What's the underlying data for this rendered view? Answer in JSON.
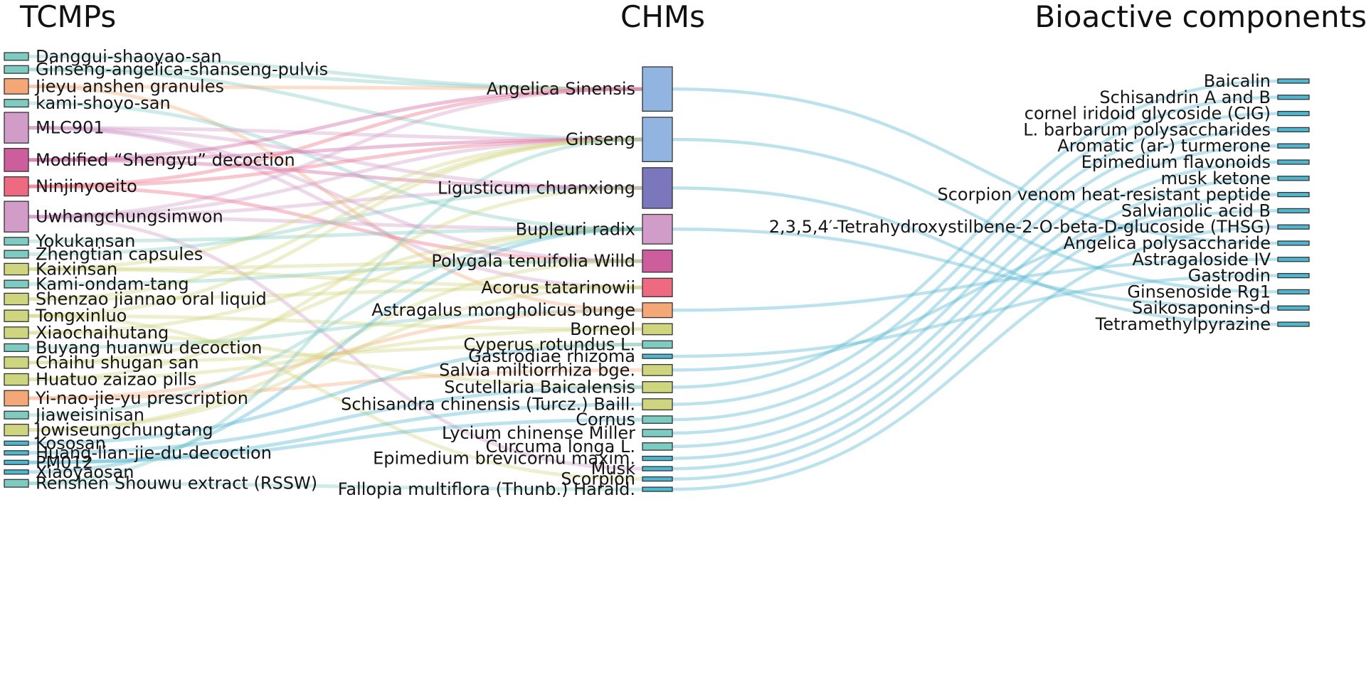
{
  "headers": {
    "left": "TCMPs",
    "middle": "CHMs",
    "right": "Bioactive components"
  },
  "palette": {
    "teal": "#7ECBC2",
    "blue_teal": "#4FB6D0",
    "olive": "#CFD57F",
    "orange": "#F5A877",
    "light_pink": "#D29CC8",
    "magenta": "#CC5E9E",
    "coral": "#EE6A80",
    "steel_blue": "#92B4E0",
    "purple": "#7A77BC"
  },
  "tcmps": [
    {
      "label": "Danggui-shaoyao-san",
      "color": "teal",
      "weight": 1
    },
    {
      "label": "Ginseng-angelica-shanseng-pulvis",
      "color": "teal",
      "weight": 1
    },
    {
      "label": "Jieyu anshen granules",
      "color": "orange",
      "weight": 2
    },
    {
      "label": "kami-shoyo-san",
      "color": "teal",
      "weight": 1
    },
    {
      "label": "MLC901",
      "color": "light_pink",
      "weight": 4
    },
    {
      "label": "Modified “Shengyu” decoction",
      "color": "magenta",
      "weight": 3
    },
    {
      "label": "Ninjinyoeito",
      "color": "coral",
      "weight": 2.5
    },
    {
      "label": "Uwhangchungsimwon",
      "color": "light_pink",
      "weight": 4
    },
    {
      "label": "Yokukansan",
      "color": "teal",
      "weight": 1
    },
    {
      "label": "Zhengtian capsules",
      "color": "teal",
      "weight": 1
    },
    {
      "label": "Kaixinsan",
      "color": "olive",
      "weight": 1.5
    },
    {
      "label": "Kami-ondam-tang",
      "color": "teal",
      "weight": 1
    },
    {
      "label": "Shenzao jiannao oral liquid",
      "color": "olive",
      "weight": 1.5
    },
    {
      "label": "Tongxinluo",
      "color": "olive",
      "weight": 1.5
    },
    {
      "label": "Xiaochaihutang",
      "color": "olive",
      "weight": 1.5
    },
    {
      "label": "Buyang huanwu decoction",
      "color": "teal",
      "weight": 1
    },
    {
      "label": "Chaihu shugan san",
      "color": "olive",
      "weight": 1.5
    },
    {
      "label": "Huatuo zaizao pills",
      "color": "olive",
      "weight": 1.5
    },
    {
      "label": "Yi-nao-jie-yu prescription",
      "color": "orange",
      "weight": 2
    },
    {
      "label": "Jiaweisinisan",
      "color": "teal",
      "weight": 1
    },
    {
      "label": "Jowiseungchungtang",
      "color": "olive",
      "weight": 1.5
    },
    {
      "label": "Kososan",
      "color": "blue_teal",
      "weight": 0.5
    },
    {
      "label": "Huang-lian-jie-du-decoction",
      "color": "blue_teal",
      "weight": 0.5
    },
    {
      "label": "PM012",
      "color": "blue_teal",
      "weight": 0.5
    },
    {
      "label": "Xiaoyaosan",
      "color": "blue_teal",
      "weight": 0.5
    },
    {
      "label": "Renshen Shouwu extract (RSSW)",
      "color": "teal",
      "weight": 1
    }
  ],
  "chms": [
    {
      "label": "Angelica Sinensis",
      "color": "steel_blue",
      "weight": 6
    },
    {
      "label": "Ginseng",
      "color": "steel_blue",
      "weight": 6
    },
    {
      "label": "Ligusticum chuanxiong",
      "color": "purple",
      "weight": 5.5
    },
    {
      "label": "Bupleuri radix",
      "color": "light_pink",
      "weight": 4
    },
    {
      "label": "Polygala tenuifolia Willd",
      "color": "magenta",
      "weight": 3
    },
    {
      "label": "Acorus tatarinowii",
      "color": "coral",
      "weight": 2.5
    },
    {
      "label": "Astragalus mongholicus bunge",
      "color": "orange",
      "weight": 2
    },
    {
      "label": "Borneol",
      "color": "olive",
      "weight": 1.5
    },
    {
      "label": "Cyperus rotundus L.",
      "color": "teal",
      "weight": 1
    },
    {
      "label": "Gastrodiae rhizoma",
      "color": "blue_teal",
      "weight": 0.5
    },
    {
      "label": "Salvia miltiorrhiza bge.",
      "color": "olive",
      "weight": 1.5
    },
    {
      "label": "Scutellaria Baicalensis",
      "color": "olive",
      "weight": 1.5
    },
    {
      "label": "Schisandra chinensis (Turcz.) Baill.",
      "color": "olive",
      "weight": 1.5
    },
    {
      "label": "Cornus",
      "color": "teal",
      "weight": 1
    },
    {
      "label": "Lycium chinense Miller",
      "color": "teal",
      "weight": 1
    },
    {
      "label": "Curcuma longa L.",
      "color": "teal",
      "weight": 1
    },
    {
      "label": "Epimedium brevicornu maxim.",
      "color": "blue_teal",
      "weight": 0.5
    },
    {
      "label": "Musk",
      "color": "blue_teal",
      "weight": 0.5
    },
    {
      "label": "Scorpion",
      "color": "blue_teal",
      "weight": 0.5
    },
    {
      "label": "Fallopia multiflora (Thunb.) Harald.",
      "color": "blue_teal",
      "weight": 0.5
    }
  ],
  "components": [
    {
      "label": "Baicalin",
      "color": "blue_teal",
      "weight": 0.5
    },
    {
      "label": "Schisandrin A and B",
      "color": "blue_teal",
      "weight": 0.5
    },
    {
      "label": "cornel iridoid glycoside (CIG)",
      "color": "blue_teal",
      "weight": 0.5
    },
    {
      "label": "L. barbarum polysaccharides",
      "color": "blue_teal",
      "weight": 0.5
    },
    {
      "label": "Aromatic (ar-) turmerone",
      "color": "blue_teal",
      "weight": 0.5
    },
    {
      "label": "Epimedium flavonoids",
      "color": "blue_teal",
      "weight": 0.5
    },
    {
      "label": "musk ketone",
      "color": "blue_teal",
      "weight": 0.5
    },
    {
      "label": "Scorpion venom heat-resistant peptide",
      "color": "blue_teal",
      "weight": 0.5
    },
    {
      "label": "Salvianolic acid B",
      "color": "blue_teal",
      "weight": 0.5
    },
    {
      "label": "2,3,5,4′-Tetrahydroxystilbene-2-O-beta-D-glucoside (THSG)",
      "color": "blue_teal",
      "weight": 0.5
    },
    {
      "label": "Angelica polysaccharide",
      "color": "blue_teal",
      "weight": 0.5
    },
    {
      "label": "Astragaloside IV",
      "color": "blue_teal",
      "weight": 0.5
    },
    {
      "label": "Gastrodin",
      "color": "blue_teal",
      "weight": 0.5
    },
    {
      "label": "Ginsenoside Rg1",
      "color": "blue_teal",
      "weight": 0.5
    },
    {
      "label": "Saikosaponins-d",
      "color": "blue_teal",
      "weight": 0.5
    },
    {
      "label": "Tetramethylpyrazine",
      "color": "blue_teal",
      "weight": 0.5
    }
  ],
  "links_tcmp_chm": [
    {
      "source": "Danggui-shaoyao-san",
      "target": "Angelica Sinensis"
    },
    {
      "source": "Ginseng-angelica-shanseng-pulvis",
      "target": "Angelica Sinensis"
    },
    {
      "source": "Ginseng-angelica-shanseng-pulvis",
      "target": "Ginseng"
    },
    {
      "source": "Jieyu anshen granules",
      "target": "Astragalus mongholicus bunge"
    },
    {
      "source": "Jieyu anshen granules",
      "target": "Angelica Sinensis"
    },
    {
      "source": "kami-shoyo-san",
      "target": "Bupleuri radix"
    },
    {
      "source": "MLC901",
      "target": "Ginseng"
    },
    {
      "source": "MLC901",
      "target": "Ligusticum chuanxiong"
    },
    {
      "source": "MLC901",
      "target": "Polygala tenuifolia Willd"
    },
    {
      "source": "MLC901",
      "target": "Acorus tatarinowii"
    },
    {
      "source": "Modified “Shengyu” decoction",
      "target": "Angelica Sinensis"
    },
    {
      "source": "Modified “Shengyu” decoction",
      "target": "Ginseng"
    },
    {
      "source": "Modified “Shengyu” decoction",
      "target": "Ligusticum chuanxiong"
    },
    {
      "source": "Ninjinyoeito",
      "target": "Ginseng"
    },
    {
      "source": "Ninjinyoeito",
      "target": "Angelica Sinensis"
    },
    {
      "source": "Ninjinyoeito",
      "target": "Polygala tenuifolia Willd"
    },
    {
      "source": "Uwhangchungsimwon",
      "target": "Ginseng"
    },
    {
      "source": "Uwhangchungsimwon",
      "target": "Angelica Sinensis"
    },
    {
      "source": "Uwhangchungsimwon",
      "target": "Ligusticum chuanxiong"
    },
    {
      "source": "Uwhangchungsimwon",
      "target": "Bupleuri radix"
    },
    {
      "source": "Uwhangchungsimwon",
      "target": "Musk"
    },
    {
      "source": "Yokukansan",
      "target": "Bupleuri radix"
    },
    {
      "source": "Zhengtian capsules",
      "target": "Ligusticum chuanxiong"
    },
    {
      "source": "Kaixinsan",
      "target": "Ginseng"
    },
    {
      "source": "Kaixinsan",
      "target": "Polygala tenuifolia Willd"
    },
    {
      "source": "Kaixinsan",
      "target": "Acorus tatarinowii"
    },
    {
      "source": "Kami-ondam-tang",
      "target": "Polygala tenuifolia Willd"
    },
    {
      "source": "Shenzao jiannao oral liquid",
      "target": "Ginseng"
    },
    {
      "source": "Shenzao jiannao oral liquid",
      "target": "Acorus tatarinowii"
    },
    {
      "source": "Tongxinluo",
      "target": "Scorpion"
    },
    {
      "source": "Tongxinluo",
      "target": "Borneol"
    },
    {
      "source": "Tongxinluo",
      "target": "Ginseng"
    },
    {
      "source": "Xiaochaihutang",
      "target": "Bupleuri radix"
    },
    {
      "source": "Xiaochaihutang",
      "target": "Scutellaria Baicalensis"
    },
    {
      "source": "Buyang huanwu decoction",
      "target": "Astragalus mongholicus bunge"
    },
    {
      "source": "Chaihu shugan san",
      "target": "Bupleuri radix"
    },
    {
      "source": "Chaihu shugan san",
      "target": "Cyperus rotundus L."
    },
    {
      "source": "Huatuo zaizao pills",
      "target": "Ligusticum chuanxiong"
    },
    {
      "source": "Huatuo zaizao pills",
      "target": "Borneol"
    },
    {
      "source": "Yi-nao-jie-yu prescription",
      "target": "Astragalus mongholicus bunge"
    },
    {
      "source": "Yi-nao-jie-yu prescription",
      "target": "Salvia miltiorrhiza bge."
    },
    {
      "source": "Jiaweisinisan",
      "target": "Bupleuri radix"
    },
    {
      "source": "Jowiseungchungtang",
      "target": "Acorus tatarinowii"
    },
    {
      "source": "Jowiseungchungtang",
      "target": "Polygala tenuifolia Willd"
    },
    {
      "source": "Kososan",
      "target": "Cyperus rotundus L."
    },
    {
      "source": "Huang-lian-jie-du-decoction",
      "target": "Scutellaria Baicalensis"
    },
    {
      "source": "PM012",
      "target": "Schisandra chinensis (Turcz.) Baill."
    },
    {
      "source": "PM012",
      "target": "Cornus"
    },
    {
      "source": "Xiaoyaosan",
      "target": "Bupleuri radix"
    },
    {
      "source": "Renshen Shouwu extract (RSSW)",
      "target": "Ginseng"
    },
    {
      "source": "Renshen Shouwu extract (RSSW)",
      "target": "Fallopia multiflora (Thunb.) Harald."
    }
  ],
  "links_chm_component": [
    {
      "source": "Scutellaria Baicalensis",
      "target": "Baicalin"
    },
    {
      "source": "Schisandra chinensis (Turcz.) Baill.",
      "target": "Schisandrin A and B"
    },
    {
      "source": "Cornus",
      "target": "cornel iridoid glycoside (CIG)"
    },
    {
      "source": "Lycium chinense Miller",
      "target": "L. barbarum polysaccharides"
    },
    {
      "source": "Curcuma longa L.",
      "target": "Aromatic (ar-) turmerone"
    },
    {
      "source": "Epimedium brevicornu maxim.",
      "target": "Epimedium flavonoids"
    },
    {
      "source": "Musk",
      "target": "musk ketone"
    },
    {
      "source": "Scorpion",
      "target": "Scorpion venom heat-resistant peptide"
    },
    {
      "source": "Salvia miltiorrhiza bge.",
      "target": "Salvianolic acid B"
    },
    {
      "source": "Fallopia multiflora (Thunb.) Harald.",
      "target": "2,3,5,4′-Tetrahydroxystilbene-2-O-beta-D-glucoside (THSG)"
    },
    {
      "source": "Angelica Sinensis",
      "target": "Angelica polysaccharide"
    },
    {
      "source": "Astragalus mongholicus bunge",
      "target": "Astragaloside IV"
    },
    {
      "source": "Gastrodiae rhizoma",
      "target": "Gastrodin"
    },
    {
      "source": "Ginseng",
      "target": "Ginsenoside Rg1"
    },
    {
      "source": "Bupleuri radix",
      "target": "Saikosaponins-d"
    },
    {
      "source": "Ligusticum chuanxiong",
      "target": "Tetramethylpyrazine"
    }
  ]
}
